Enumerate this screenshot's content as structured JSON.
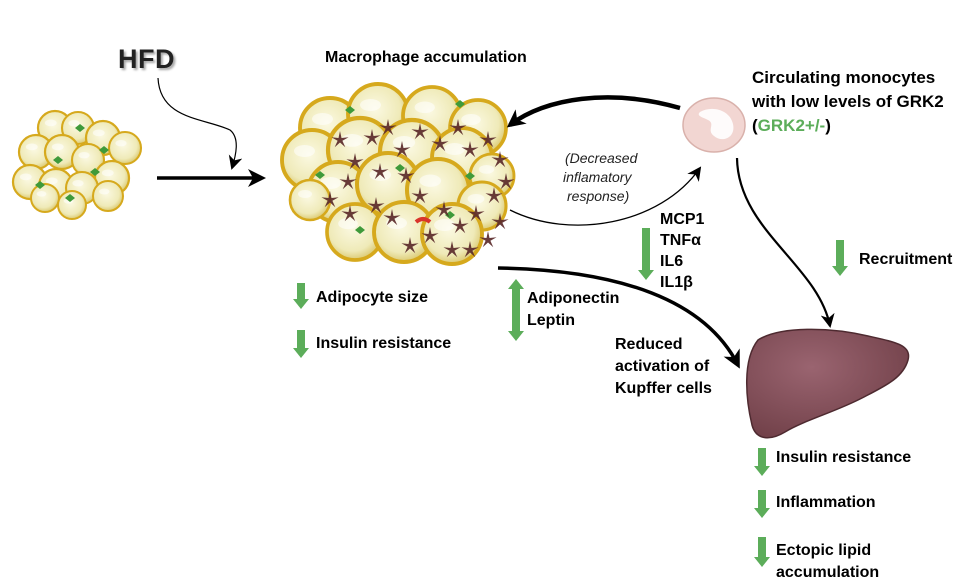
{
  "hfd": "HFD",
  "title": "Macrophage accumulation",
  "monocytes": {
    "line1": "Circulating monocytes",
    "line2": "with low levels of GRK2",
    "paren_open": "(",
    "genotype": "GRK2+/-",
    "paren_close": ")"
  },
  "note": {
    "line1": "(Decreased",
    "line2": "inflamatory",
    "line3": "response)"
  },
  "cytokines": [
    "MCP1",
    "TNFα",
    "IL6",
    "IL1β"
  ],
  "adipose_effects": {
    "adipocyte_size": "Adipocyte size",
    "insulin_resistance": "Insulin resistance",
    "adiponectin": "Adiponectin",
    "leptin": "Leptin"
  },
  "recruitment": "Recruitment",
  "kupffer": {
    "line1": "Reduced",
    "line2": "activation of",
    "line3": "Kupffer cells"
  },
  "liver_effects": {
    "insulin_resistance": "Insulin resistance",
    "inflammation": "Inflammation",
    "ectopic_line1": "Ectopic lipid",
    "ectopic_line2": "accumulation"
  },
  "colors": {
    "arrow_green": "#5cad5a",
    "adipocyte_fill": "#f3f0c4",
    "adipocyte_rim": "#d6a91d",
    "macrophage": "#5b2a2a",
    "liver": "#7d4a52",
    "monocyte": "#f2d6d2"
  }
}
